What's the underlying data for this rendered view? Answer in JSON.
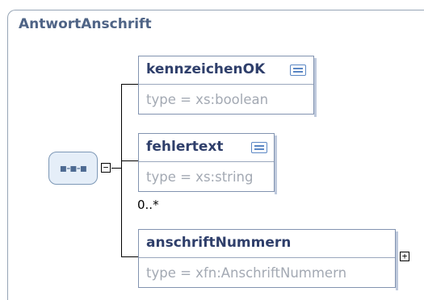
{
  "diagram": {
    "title": "AntwortAnschrift",
    "sequence_glyph": "▪-▪-▪",
    "collapse_toggle": "−",
    "elements": [
      {
        "name": "kennzeichenOK",
        "type": "type = xs:boolean",
        "annotation_icon": "documentation-icon"
      },
      {
        "name": "fehlertext",
        "type": "type = xs:string",
        "annotation_icon": "documentation-icon",
        "cardinality": "0..*"
      },
      {
        "name": "anschriftNummern",
        "type": "type = xfn:AnschriftNummern",
        "expand_toggle": "+"
      }
    ]
  }
}
